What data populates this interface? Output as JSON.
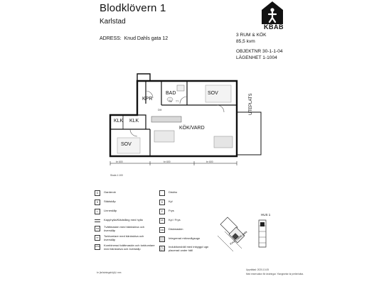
{
  "header": {
    "title": "Blodklövern 1",
    "subtitle": "Karlstad",
    "address_label": "ADRESS:",
    "address": "Knud Dahls gata 12",
    "rooms": "3 RUM & KÖK",
    "area": "85,5 kvm",
    "object_nr": "OBJEKTNR 30-1-1-04",
    "apartment": "LÄGENHET 1-1004",
    "logo_text": "KBAB"
  },
  "plan": {
    "rooms": {
      "bad": "BAD",
      "sov1": "SOV",
      "sov2": "SOV",
      "kpr": "KPR",
      "kok_vard": "KÖK/VARD",
      "klk1": "KLK",
      "klk2": "KLK",
      "uteplats": "UTEPLATS",
      "tm": "TM",
      "tt": "TT",
      "dm": "DM"
    },
    "dimensions": [
      "br 600",
      "br 600",
      "br 600"
    ],
    "scale": "Skala 1:100"
  },
  "legend": {
    "left": [
      "Garderob",
      "Städskåp",
      "Linneskåp",
      "Kapphylla/Klädstång med hylla",
      "Tvättmaskin med bänkskiva och överskåp",
      "Torktumlare med bänkskiva och överskåp",
      "Kombinerad tvättmaskin och torktumlare med bänkskiva och överskåp"
    ],
    "left_symbols": [
      "G",
      "S",
      "L",
      "",
      "TM",
      "TT",
      "KTM"
    ],
    "right": [
      "Diskho",
      "Kyl",
      "Frys",
      "Kyl / Frys",
      "Diskmaskin",
      "Integrerad mikrovågsugn",
      "Induktionshäll med inbyggd ugn placerad under häll"
    ],
    "right_symbols": [
      "",
      "K",
      "F",
      "K/F",
      "DM",
      "",
      ""
    ]
  },
  "site": {
    "house_label": "HUS 1",
    "street": "Knud Dahls gata"
  },
  "footer": {
    "left_note": "br (bröstningshöjd) i mm",
    "right_line1": "Upprättad: 2020-10-05",
    "right_line2": "Med reservation för ändringar. Ytangivelse är preliminära."
  }
}
